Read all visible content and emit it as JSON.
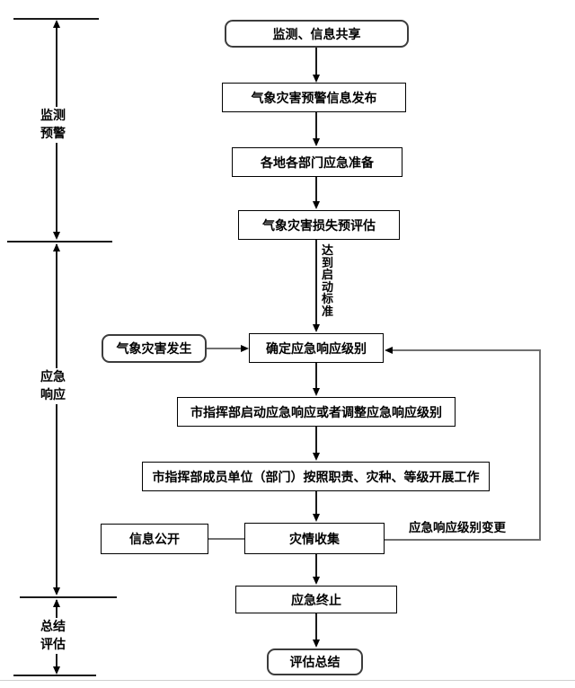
{
  "nodes": [
    {
      "id": "monitoring-info-sharing",
      "label": "监测、信息共享",
      "shape": "rounded"
    },
    {
      "id": "warning-info-release",
      "label": "气象灾害预警信息发布",
      "shape": "rect"
    },
    {
      "id": "emergency-preparation",
      "label": "各地各部门应急准备",
      "shape": "rect"
    },
    {
      "id": "loss-pre-assessment",
      "label": "气象灾害损失预评估",
      "shape": "rect"
    },
    {
      "id": "determine-response-level",
      "label": "确定应急响应级别",
      "shape": "rect"
    },
    {
      "id": "hq-start-or-adjust-response",
      "label": "市指挥部启动应急响应或者调整应急响应级别",
      "shape": "rect"
    },
    {
      "id": "member-units-work",
      "label": "市指挥部成员单位（部门）按照职责、灾种、等级开展工作",
      "shape": "rect"
    },
    {
      "id": "disaster-info-collection",
      "label": "灾情收集",
      "shape": "rect"
    },
    {
      "id": "emergency-termination",
      "label": "应急终止",
      "shape": "rect"
    },
    {
      "id": "evaluation-summary",
      "label": "评估总结",
      "shape": "rounded"
    }
  ],
  "side_nodes": [
    {
      "id": "disaster-occurs",
      "label": "气象灾害发生",
      "shape": "rounded"
    },
    {
      "id": "information-disclosure",
      "label": "信息公开",
      "shape": "rect"
    }
  ],
  "phases": [
    {
      "id": "monitoring-warning",
      "label": "监测预警"
    },
    {
      "id": "emergency-response",
      "label": "应急响应"
    },
    {
      "id": "summary-evaluation",
      "label": "总结评估"
    }
  ],
  "edge_labels": {
    "activation_standard": "达到启动标准",
    "response_level_change": "应急响应级别变更"
  },
  "colors": {
    "line_black": "#1a1a1a",
    "line_gray": "#707070",
    "box_fill": "#ffffff",
    "text": "#000000"
  }
}
